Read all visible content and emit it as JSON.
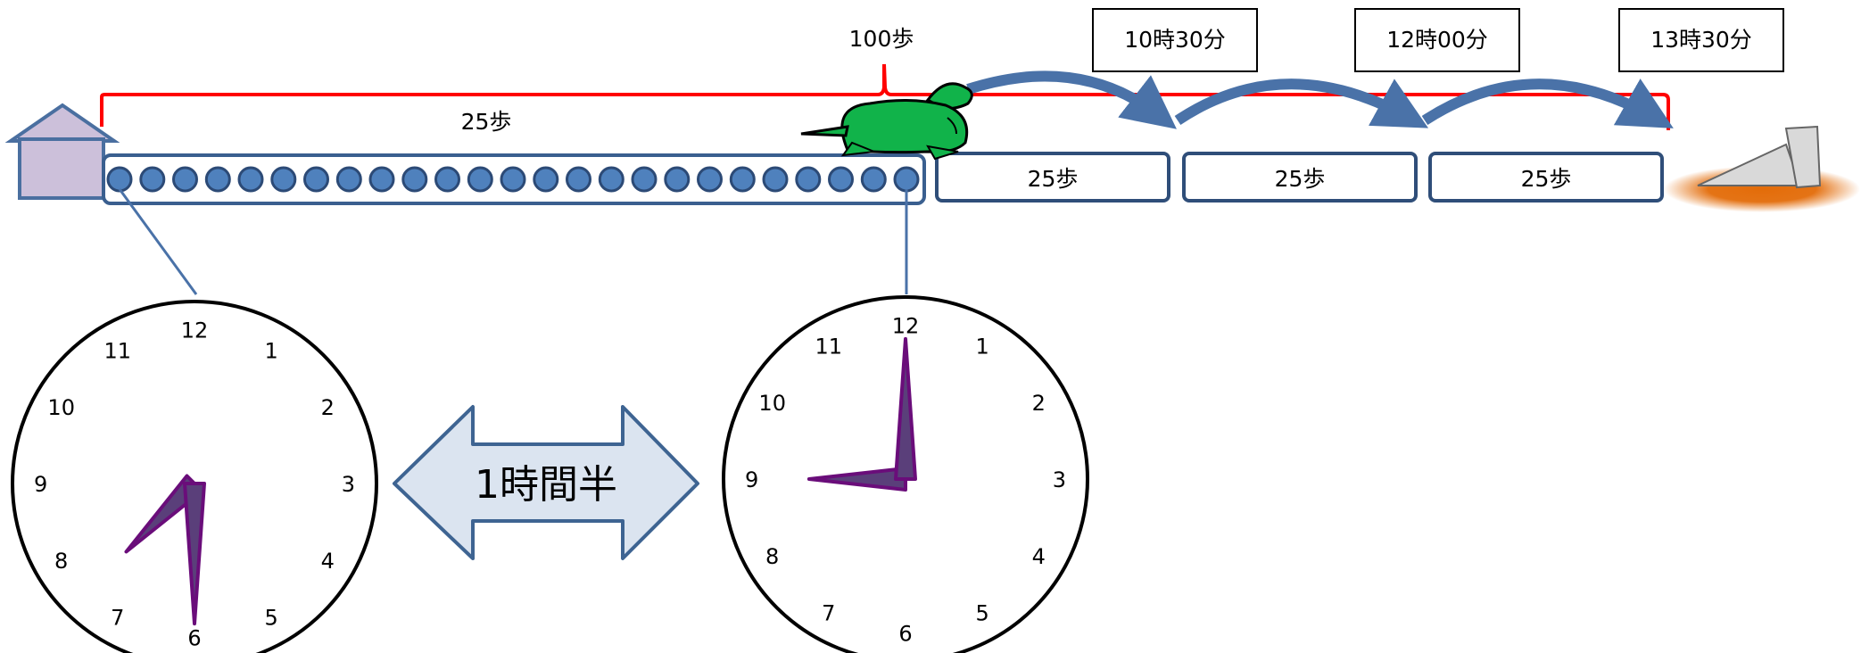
{
  "total_steps_label": "100歩",
  "segment_label": "25歩",
  "dot_count": 25,
  "segments": [
    {
      "steps_label": "25歩",
      "time_label": "10時30分"
    },
    {
      "steps_label": "25歩",
      "time_label": "12時00分"
    },
    {
      "steps_label": "25歩",
      "time_label": "13時30分"
    }
  ],
  "duration_label": "1時間半",
  "clock_numbers": [
    "12",
    "1",
    "2",
    "3",
    "4",
    "5",
    "6",
    "7",
    "8",
    "9",
    "10",
    "11"
  ],
  "clocks": [
    {
      "time": "7:30",
      "hour": 7,
      "minute": 30
    },
    {
      "time": "9:00",
      "hour": 9,
      "minute": 0
    }
  ],
  "colors": {
    "bracket": "#ff0000",
    "dot_fill": "#4f81bd",
    "box_border": "#2f4e79",
    "hop_arrow": "#4a72a8",
    "turtle": "#11b34a",
    "house": "#ccc0da",
    "clock_hand": "#5a3f7a",
    "clock_hand_border": "#6a0d7a",
    "double_arrow_fill": "#dbe4f0",
    "finish_glow": "#e36c09"
  },
  "icons": {
    "start": "house-icon",
    "runner": "turtle-icon",
    "finish": "finish-ramp-icon"
  }
}
